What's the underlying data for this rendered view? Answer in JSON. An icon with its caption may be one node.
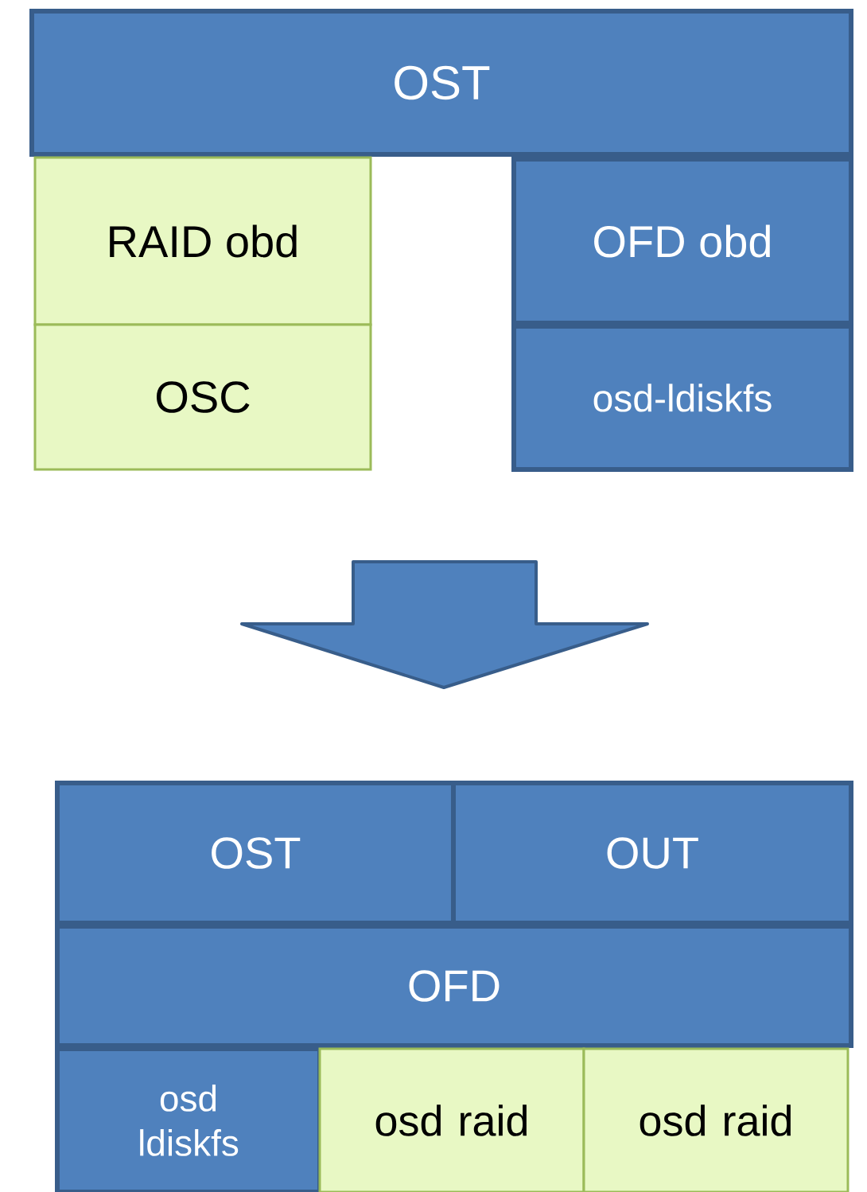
{
  "diagram": {
    "nodes": [
      {
        "text": [
          "OST"
        ]
      },
      {
        "text": [
          "RAID obd"
        ]
      },
      {
        "text": [
          "OSC"
        ]
      },
      {
        "text": [
          "OFD obd"
        ]
      },
      {
        "text": [
          "osd-ldiskfs"
        ]
      },
      {
        "text": [
          "OST"
        ]
      },
      {
        "text": [
          "OUT"
        ]
      },
      {
        "text": [
          "OFD"
        ]
      },
      {
        "text": [
          "osd ldiskfs"
        ]
      },
      {
        "text": [
          "osd raid"
        ]
      },
      {
        "text": [
          "osd raid"
        ]
      }
    ]
  }
}
